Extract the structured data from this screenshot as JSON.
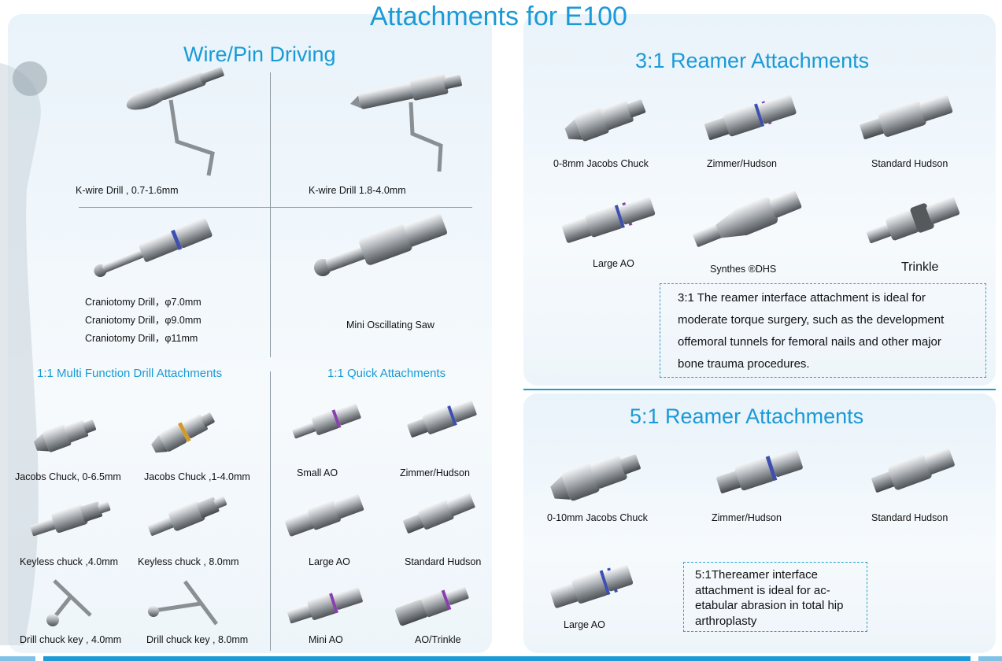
{
  "page_title": "Attachments for E100",
  "wire": {
    "title": "Wire/Pin Driving",
    "items": [
      {
        "label": "K-wire Drill ,   0.7-1.6mm"
      },
      {
        "label": "K-wire Drill  1.8-4.0mm"
      },
      {
        "label": "Mini Oscillating Saw"
      }
    ],
    "craniotomy": [
      "Craniotomy Drill，φ7.0mm",
      "Craniotomy Drill，φ9.0mm",
      "Craniotomy Drill，φ11mm"
    ]
  },
  "multi": {
    "title": "1:1  Multi Function Drill Attachments",
    "items": [
      "Jacobs Chuck, 0-6.5mm",
      "Jacobs Chuck ,1-4.0mm",
      "Keyless chuck ,4.0mm",
      "Keyless chuck , 8.0mm",
      "Drill chuck key , 4.0mm",
      "Drill chuck key , 8.0mm"
    ]
  },
  "quick": {
    "title": "1:1 Quick Attachments",
    "items": [
      "Small AO",
      "Zimmer/Hudson",
      "Large AO",
      "Standard Hudson",
      "Mini AO",
      "AO/Trinkle"
    ]
  },
  "r31": {
    "title": "3:1 Reamer Attachments",
    "items": [
      "0-8mm Jacobs Chuck",
      "Zimmer/Hudson",
      "Standard Hudson",
      "Large AO",
      "Synthes ®DHS",
      "Trinkle"
    ],
    "note": [
      "3:1 The reamer interface  attachment is ideal for",
      "moderate torque surgery, such as the development",
      "offemoral tunnels for femoral nails and other major",
      "bone trauma procedures."
    ]
  },
  "r51": {
    "title": "5:1 Reamer Attachments",
    "items": [
      "0-10mm Jacobs Chuck",
      "Zimmer/Hudson",
      "Standard Hudson",
      "Large AO"
    ],
    "note": [
      "5:1Thereamer interface",
      "attachment is ideal for ac-",
      "etabular abrasion in total hip",
      "arthroplasty"
    ]
  }
}
